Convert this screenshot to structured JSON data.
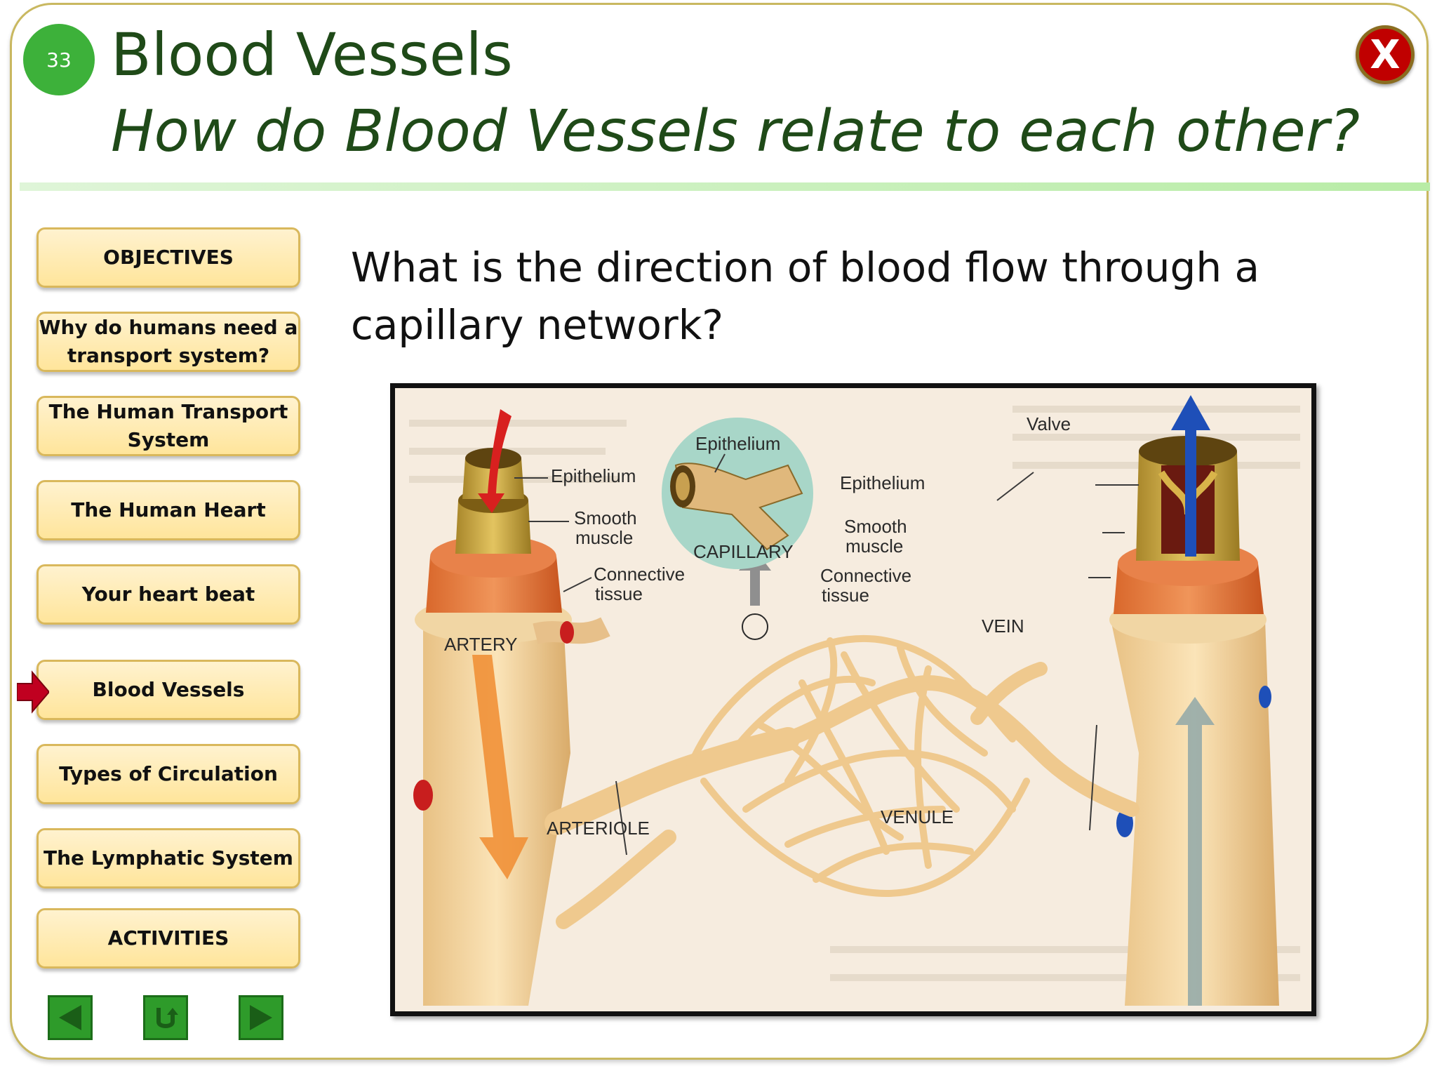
{
  "slide": {
    "number": "33",
    "title": "Blood Vessels",
    "subtitle": "How do Blood Vessels relate to each other?",
    "close_label": "X"
  },
  "nav": {
    "items": [
      {
        "label": "OBJECTIVES"
      },
      {
        "label": "Why do humans need a transport system?"
      },
      {
        "label": "The Human Transport System"
      },
      {
        "label": "The Human Heart"
      },
      {
        "label": "Your heart beat"
      },
      {
        "label": "Blood Vessels",
        "active": true
      },
      {
        "label": "Types  of Circulation"
      },
      {
        "label": "The Lymphatic System"
      },
      {
        "label": "ACTIVITIES"
      }
    ],
    "pointer_icon": "red-arrow-icon"
  },
  "main": {
    "question": "What is the direction of blood flow through a capillary network?"
  },
  "diagram": {
    "labels": {
      "epithelium_artery": "Epithelium",
      "smooth_muscle_artery_1": "Smooth",
      "smooth_muscle_artery_2": "muscle",
      "connective_artery_1": "Connective",
      "connective_artery_2": "tissue",
      "epithelium_capillary": "Epithelium",
      "capillary": "CAPILLARY",
      "valve": "Valve",
      "epithelium_vein": "Epithelium",
      "smooth_muscle_vein_1": "Smooth",
      "smooth_muscle_vein_2": "muscle",
      "connective_vein_1": "Connective",
      "connective_vein_2": "tissue",
      "artery": "ARTERY",
      "vein": "VEIN",
      "arteriole": "ARTERIOLE",
      "venule": "VENULE"
    }
  },
  "footer": {
    "icons": [
      "back-arrow-icon",
      "return-icon",
      "forward-arrow-icon"
    ]
  },
  "colors": {
    "title": "#1f4a18",
    "slide_badge": "#3db13a",
    "close": "#c00000",
    "nav_button": "#ffe59b",
    "footer_button": "#2e9b2a"
  }
}
